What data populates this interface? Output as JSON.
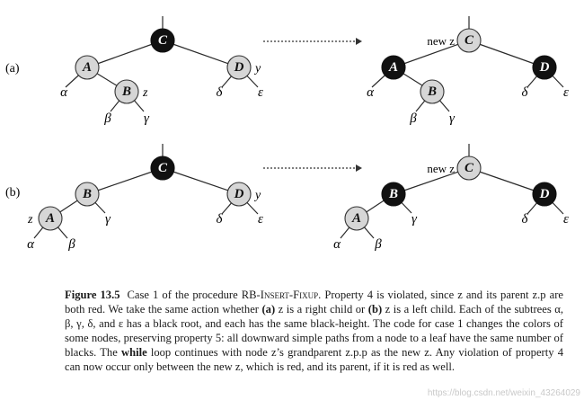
{
  "row_labels": [
    "(a)",
    "(b)"
  ],
  "new_z_label": "new z",
  "arrow_glyph": "",
  "trees": {
    "a_before": {
      "nodes": {
        "C": {
          "label": "C",
          "color": "black"
        },
        "A": {
          "label": "A",
          "color": "gray"
        },
        "D": {
          "label": "D",
          "color": "gray",
          "tag": "y"
        },
        "B": {
          "label": "B",
          "color": "gray",
          "tag": "z"
        }
      },
      "leaves": [
        "α",
        "β",
        "γ",
        "δ",
        "ε"
      ]
    },
    "a_after": {
      "nodes": {
        "C": {
          "label": "C",
          "color": "gray"
        },
        "A": {
          "label": "A",
          "color": "black"
        },
        "D": {
          "label": "D",
          "color": "black"
        },
        "B": {
          "label": "B",
          "color": "gray"
        }
      },
      "leaves": [
        "α",
        "β",
        "γ",
        "δ",
        "ε"
      ]
    },
    "b_before": {
      "nodes": {
        "C": {
          "label": "C",
          "color": "black"
        },
        "B": {
          "label": "B",
          "color": "gray"
        },
        "D": {
          "label": "D",
          "color": "gray",
          "tag": "y"
        },
        "A": {
          "label": "A",
          "color": "gray",
          "tag": "z"
        }
      },
      "leaves": [
        "α",
        "β",
        "γ",
        "δ",
        "ε"
      ]
    },
    "b_after": {
      "nodes": {
        "C": {
          "label": "C",
          "color": "gray"
        },
        "B": {
          "label": "B",
          "color": "black"
        },
        "D": {
          "label": "D",
          "color": "black"
        },
        "A": {
          "label": "A",
          "color": "gray"
        }
      },
      "leaves": [
        "α",
        "β",
        "γ",
        "δ",
        "ε"
      ]
    }
  },
  "caption": {
    "figure_number": "Figure 13.5",
    "part1": "Case 1 of the procedure RB-",
    "insert_fixup": "Insert-Fixup",
    "part2": ". Property 4 is violated, since z and its parent z.p are both red. We take the same action whether ",
    "bold_a": "(a)",
    "part3": " z is a right child or ",
    "bold_b": "(b)",
    "part4": " z is a left child. Each of the subtrees α, β, γ, δ, and ε has a black root, and each has the same black-height. The code for case 1 changes the colors of some nodes, preserving property 5: all downward simple paths from a node to a leaf have the same number of blacks. The ",
    "bold_while": "while",
    "part5": " loop continues with node z’s grandparent z.p.p as the new z. Any violation of property 4 can now occur only between the new z, which is red, and its parent, if it is red as well."
  },
  "watermark": "https://blog.csdn.net/weixin_43264029"
}
